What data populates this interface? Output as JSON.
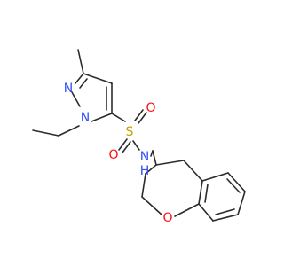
{
  "structure": {
    "atoms": {
      "ring_n2": "N",
      "ring_n1": "N",
      "sulfur": "S",
      "oxygen_top": "O",
      "oxygen_bottom": "O",
      "amide_n": "N",
      "amide_h": "H",
      "ring_oxygen": "O"
    }
  },
  "colors": {
    "bond": "#2b2b2b",
    "nitrogen": "#3050f8",
    "oxygen": "#ff0d0d",
    "sulfur": "#c8a000",
    "background": "#ffffff"
  }
}
